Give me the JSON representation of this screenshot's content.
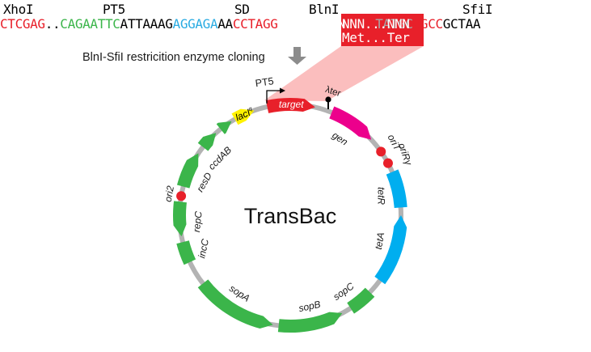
{
  "sequence": {
    "site_labels": [
      {
        "text": "XhoI"
      },
      {
        "text": "PT5"
      },
      {
        "text": "SD"
      },
      {
        "text": "BlnI"
      },
      {
        "text": "SfiI"
      }
    ],
    "segments": [
      {
        "text": "CTCGAG",
        "color": "#e8202a"
      },
      {
        "text": "..",
        "color": "#000000"
      },
      {
        "text": "CAGAATTC",
        "color": "#3bb54a"
      },
      {
        "text": "ATTAAAG",
        "color": "#000000"
      },
      {
        "text": "AGGAGA",
        "color": "#29abe2"
      },
      {
        "text": "AA",
        "color": "#000000"
      },
      {
        "text": "CCTAGG",
        "color": "#e8202a"
      },
      {
        "text": "NNN...NNN",
        "color": "#ffffff"
      },
      {
        "text": "GGCC",
        "color": "#e8202a"
      },
      {
        "text": "TATGC",
        "color": "#a6a6a6"
      },
      {
        "text": "GGCC",
        "color": "#e8202a"
      },
      {
        "text": "GCTAA",
        "color": "#000000"
      }
    ],
    "orf_top": "NNN...NNN",
    "orf_bottom": "Met...Ter"
  },
  "cloning_text": "BlnI-SfiI restricition enzyme cloning",
  "plasmid": {
    "name": "TransBac",
    "colors": {
      "backbone": "#b3b3b3",
      "target": "#e8202a",
      "lacI": "#fff200",
      "gen": "#ec008c",
      "ori": "#e8202a",
      "tet": "#00aeef",
      "green": "#3bb54a",
      "funnel": "#f9a8a8"
    },
    "promoter_label": "PT5",
    "terminator_label": "λter",
    "features": [
      {
        "id": "lacI",
        "label": "lacI",
        "sup": "q",
        "type": "gene",
        "color_key": "lacI"
      },
      {
        "id": "target",
        "label": "target",
        "type": "gene",
        "color_key": "target"
      },
      {
        "id": "gen",
        "label": "gen",
        "type": "gene",
        "color_key": "gen"
      },
      {
        "id": "oriT",
        "label": "oriT",
        "type": "ori",
        "color_key": "ori"
      },
      {
        "id": "oriR",
        "label": "oriRγ",
        "type": "ori",
        "color_key": "ori"
      },
      {
        "id": "tetR",
        "label": "tetR",
        "type": "gene",
        "color_key": "tet"
      },
      {
        "id": "tetA",
        "label": "tetA",
        "type": "gene",
        "color_key": "tet"
      },
      {
        "id": "sopC",
        "label": "sopC",
        "type": "gene",
        "color_key": "green"
      },
      {
        "id": "sopB",
        "label": "sopB",
        "type": "gene",
        "color_key": "green"
      },
      {
        "id": "sopA",
        "label": "sopA",
        "type": "gene",
        "color_key": "green"
      },
      {
        "id": "incC",
        "label": "incC",
        "type": "gene",
        "color_key": "green"
      },
      {
        "id": "repC",
        "label": "repC",
        "type": "gene",
        "color_key": "green"
      },
      {
        "id": "ori2",
        "label": "ori2",
        "type": "ori",
        "color_key": "ori"
      },
      {
        "id": "resD",
        "label": "resD",
        "type": "gene",
        "color_key": "green"
      },
      {
        "id": "ccdAB",
        "label": "ccdAB",
        "type": "gene",
        "color_key": "green"
      },
      {
        "id": "ccdAB2",
        "label": "",
        "type": "gene",
        "color_key": "green"
      }
    ]
  }
}
